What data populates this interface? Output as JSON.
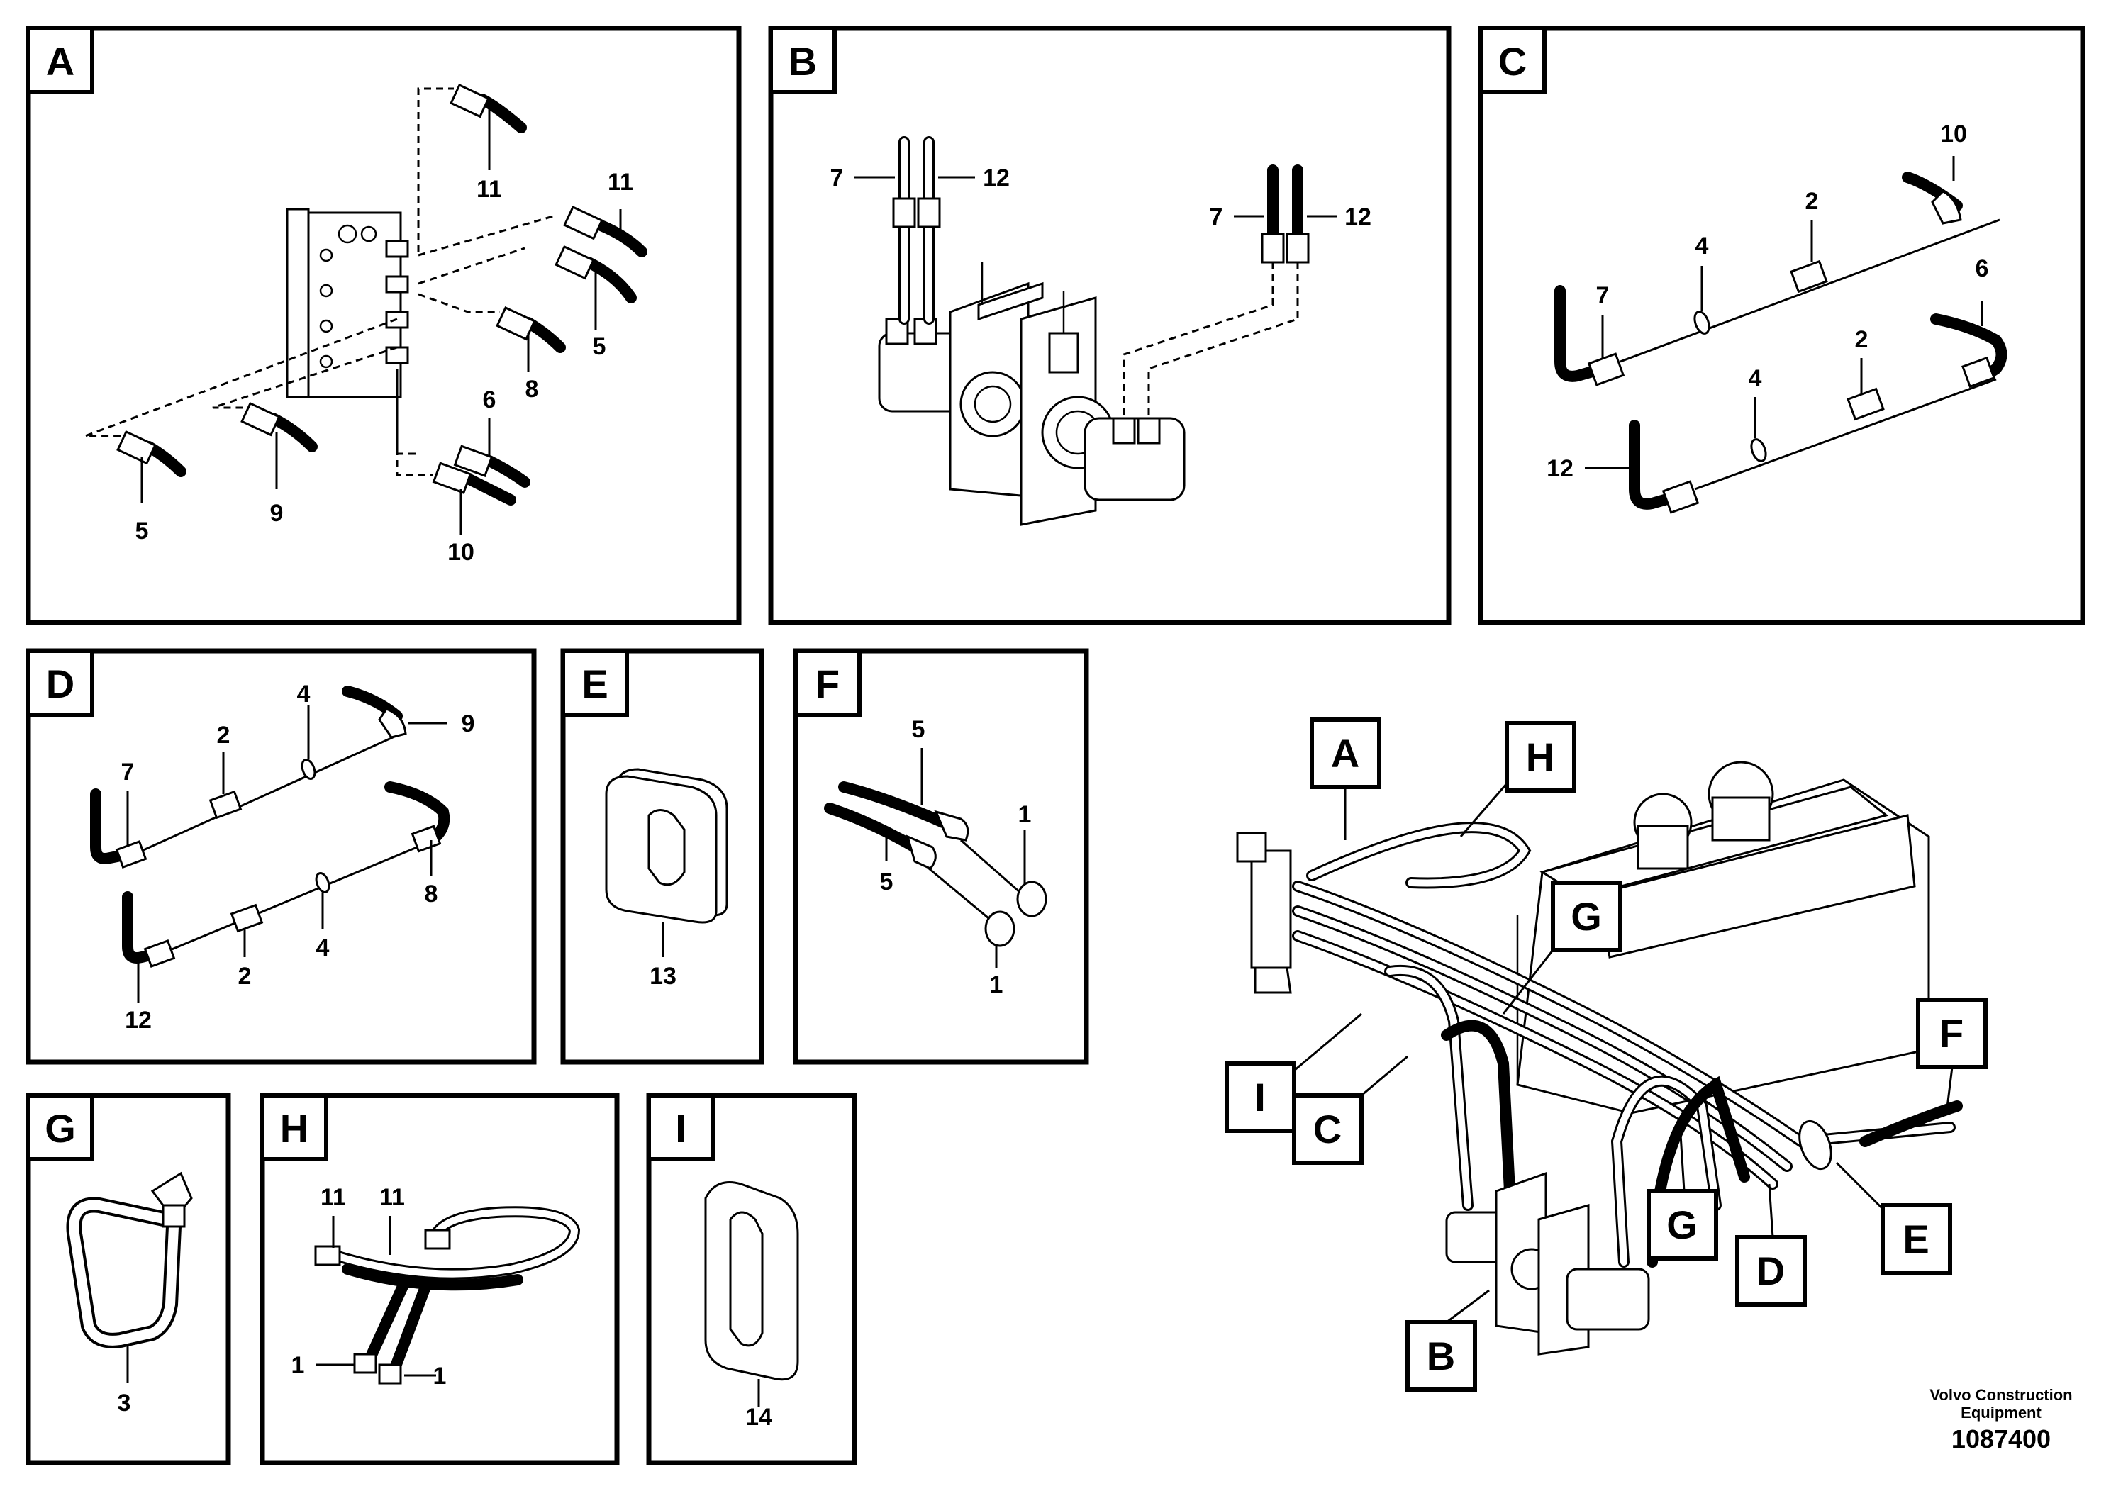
{
  "panels": {
    "A": {
      "tag": "A",
      "labels": [
        "11",
        "11",
        "5",
        "8",
        "6",
        "5",
        "9",
        "10"
      ]
    },
    "B": {
      "tag": "B",
      "labels": [
        "7",
        "12",
        "7",
        "12"
      ]
    },
    "C": {
      "tag": "C",
      "labels": [
        "10",
        "2",
        "4",
        "7",
        "6",
        "2",
        "4",
        "12"
      ]
    },
    "D": {
      "tag": "D",
      "labels": [
        "4",
        "2",
        "9",
        "7",
        "8",
        "4",
        "2",
        "12"
      ]
    },
    "E": {
      "tag": "E",
      "labels": [
        "13"
      ]
    },
    "F": {
      "tag": "F",
      "labels": [
        "5",
        "1",
        "5",
        "1"
      ]
    },
    "G": {
      "tag": "G",
      "labels": [
        "3"
      ]
    },
    "H": {
      "tag": "H",
      "labels": [
        "11",
        "11",
        "1",
        "1"
      ]
    },
    "I": {
      "tag": "I",
      "labels": [
        "14"
      ]
    }
  },
  "overview": {
    "callouts": [
      "A",
      "H",
      "G",
      "F",
      "I",
      "C",
      "G",
      "D",
      "E",
      "B"
    ]
  },
  "footer": {
    "company_line1": "Volvo Construction",
    "company_line2": "Equipment",
    "drawing_number": "1087400"
  }
}
